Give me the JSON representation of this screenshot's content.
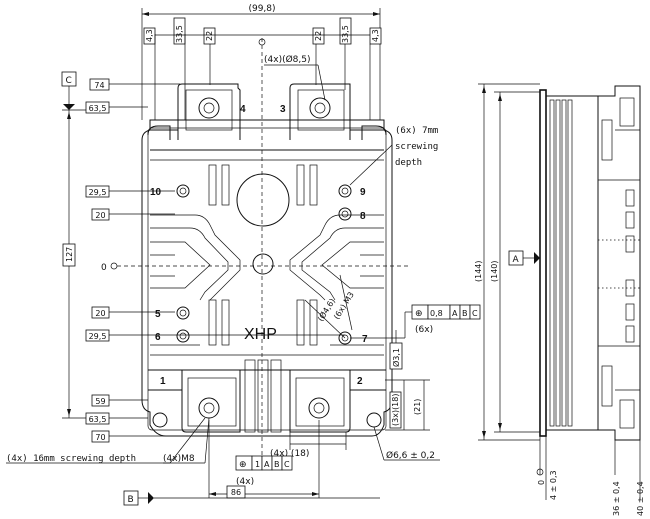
{
  "drawing": {
    "top_width": "(99,8)",
    "top_dims": [
      "4,3",
      "33,5",
      "22",
      "22",
      "33,5",
      "4,3"
    ],
    "hole_dia": "(4x)(Ø8,5)",
    "datum_c": "C",
    "datum_b": "B",
    "datum_a": "A",
    "left_dims": [
      "74",
      "63,5",
      "29,5",
      "20",
      "20",
      "29,5",
      "59",
      "63,5",
      "70"
    ],
    "dim_127": "127",
    "zero_left": "0",
    "screw_note_lines": [
      "(6x) 7mm",
      "screwing",
      "depth"
    ],
    "pins": [
      "4",
      "3",
      "10",
      "9",
      "8",
      "5",
      "6",
      "7",
      "1",
      "2"
    ],
    "logo": "XHP",
    "pin_dia": "(Ø4,6)",
    "pin_thread": "(6x) M3",
    "tol_frame": [
      "⊕",
      "0,8",
      "A",
      "B",
      "C"
    ],
    "tol_count": "(6x)",
    "dim_3_1": "Ø3,1",
    "dim_3x18": "(3x)(18)",
    "dim_21": "(21)",
    "bottom_note": "(4x) 16mm screwing depth",
    "m8": "(4x)M8",
    "tol_frame2": [
      "⊕",
      "1",
      "A",
      "B",
      "C"
    ],
    "dim_4x18": "(4x) (18)",
    "dim_4x": "(4x)",
    "dim_86": "86",
    "hole_66": "Ø6,6 ± 0,2",
    "side_144": "(144)",
    "side_140": "(140)",
    "side_bottom": [
      "0",
      "4 ± 0,3",
      "36 ± 0,4",
      "40 ± 0,4"
    ]
  }
}
